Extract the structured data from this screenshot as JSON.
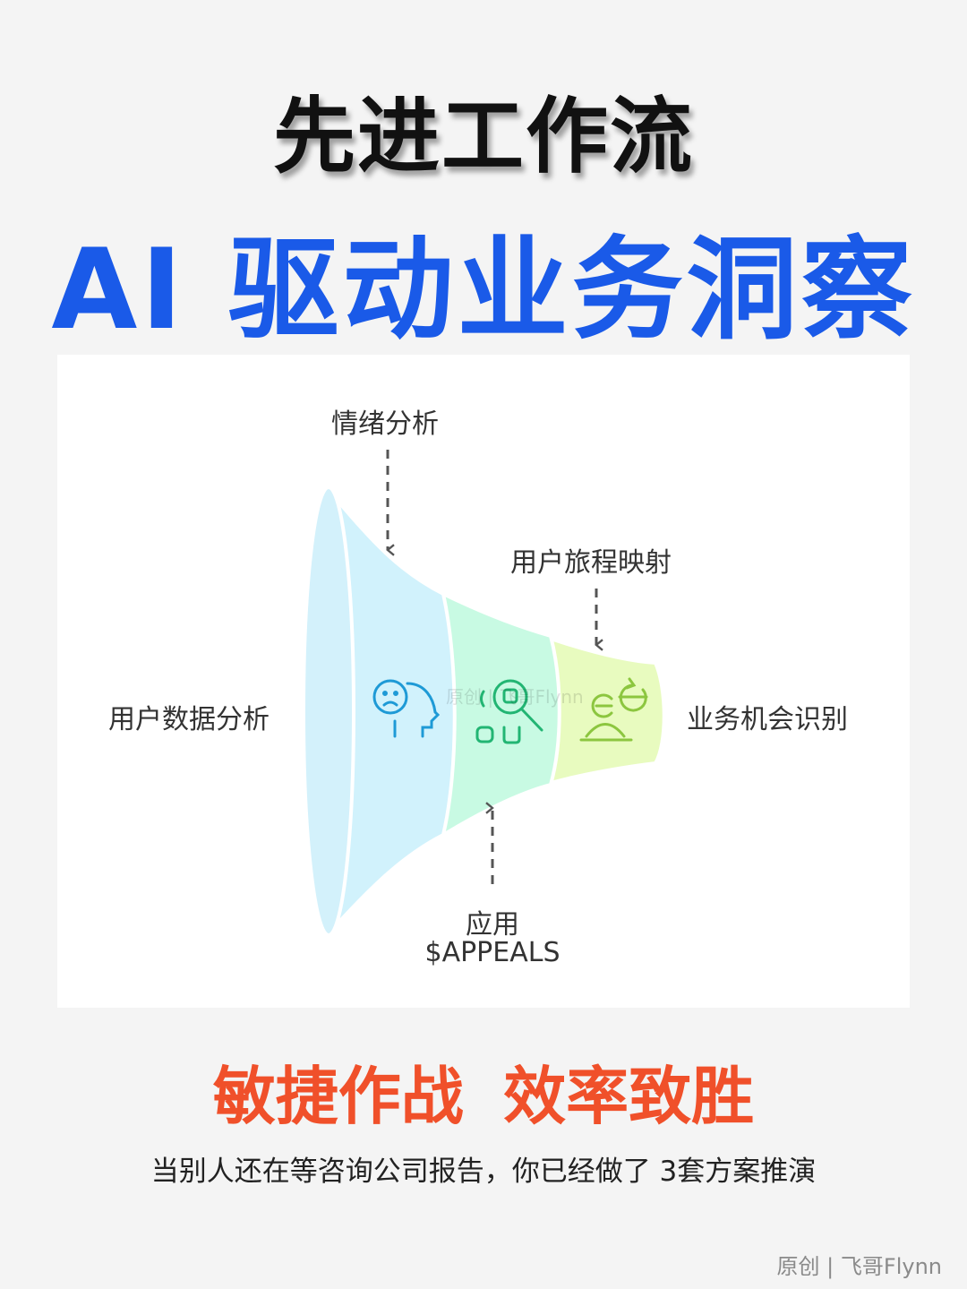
{
  "header": {
    "title": "先进工作流",
    "headline": "AI 驱动业务洞察"
  },
  "diagram": {
    "left_label": "用户数据分析",
    "top_label": "情绪分析",
    "upper_right_label": "用户旅程映射",
    "right_label": "业务机会识别",
    "bottom_label_line1": "应用",
    "bottom_label_line2": "$APPEALS",
    "stages": [
      {
        "icon": "sad-face-head-icon",
        "color": "#1e9ad6",
        "fill": "#d1f2fc"
      },
      {
        "icon": "magnifier-search-icon",
        "color": "#22b573",
        "fill": "#c8fae3"
      },
      {
        "icon": "people-cycle-icon",
        "color": "#8cc63f",
        "fill": "#e8fbbf"
      }
    ],
    "watermark": "原创 | 飞哥Flynn"
  },
  "slogan": "敏捷作战  效率致胜",
  "subtitle": "当别人还在等咨询公司报告，你已经做了 3套方案推演",
  "footer": "原创 | 飞哥Flynn",
  "colors": {
    "headline": "#1a5ae8",
    "slogan": "#f0502a",
    "background": "#f4f4f4"
  }
}
